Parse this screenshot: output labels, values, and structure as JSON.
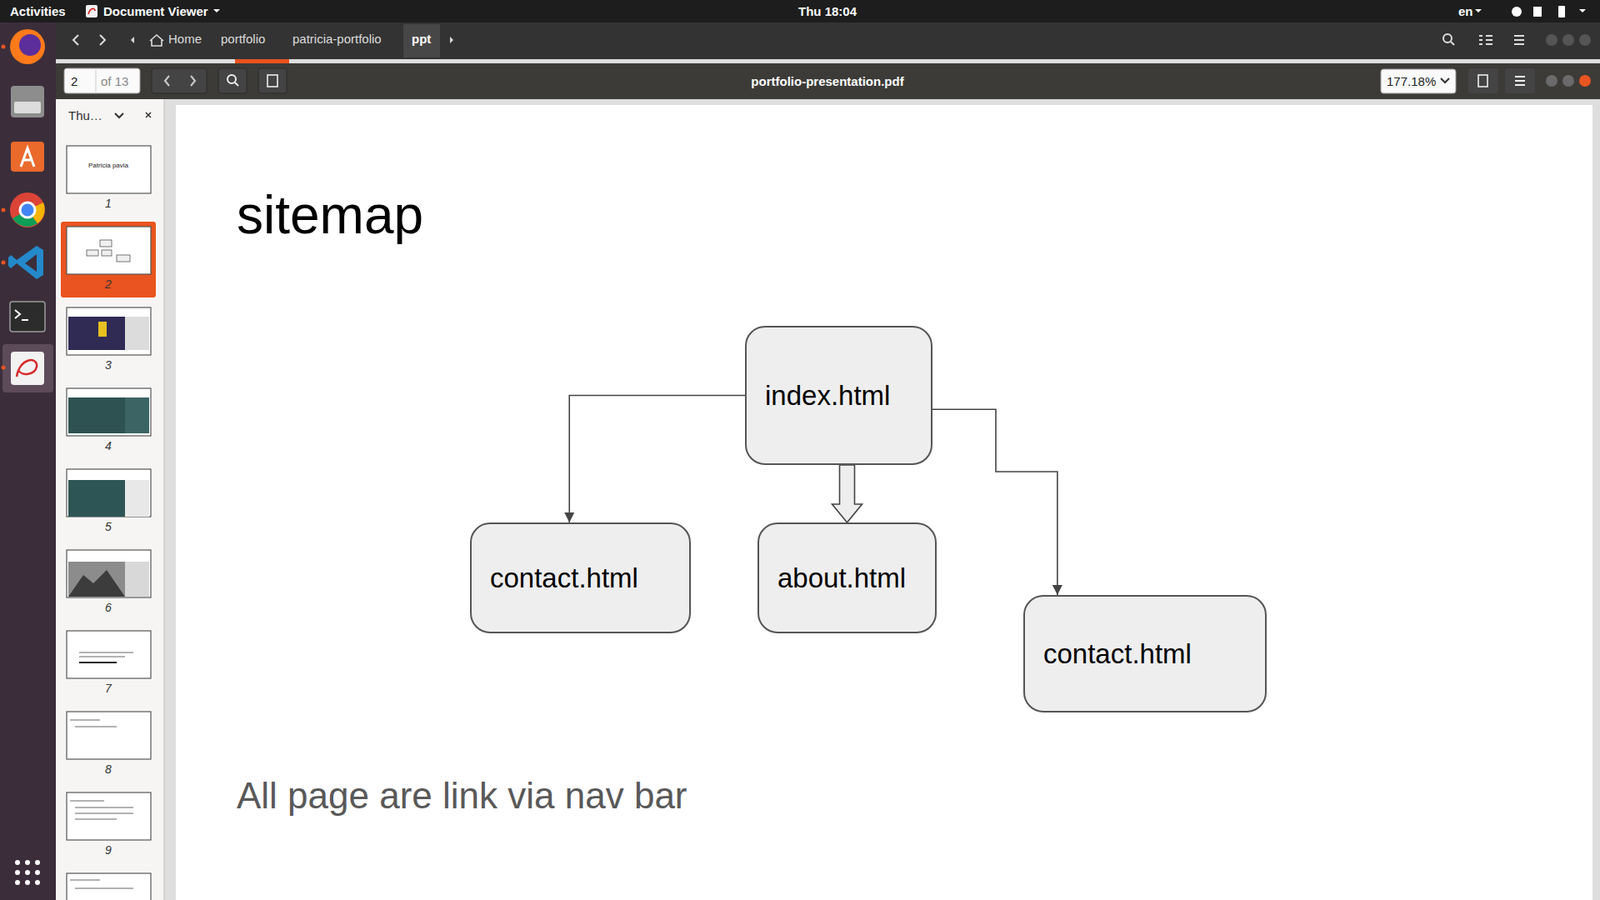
{
  "diagram": {
    "title": "sitemap",
    "caption": "All page are link via nav bar",
    "nodes": [
      {
        "text": [
          "index.html"
        ]
      },
      {
        "text": [
          "contact.html"
        ]
      },
      {
        "text": [
          "about.html"
        ]
      },
      {
        "text": [
          "contact.html"
        ]
      }
    ],
    "edges": [
      {
        "from": 0,
        "to": 1,
        "arrow": "to"
      },
      {
        "from": 0,
        "to": 2,
        "arrow": "to"
      },
      {
        "from": 0,
        "to": 3,
        "arrow": "to"
      }
    ],
    "labels": [
      "Activities",
      "Document Viewer",
      "Thu 18:04",
      "en",
      "Home",
      "portfolio",
      "patricia-portfolio",
      "ppt",
      "2",
      "of 13",
      "portfolio-presentation.pdf",
      "177.18%",
      "Thu…",
      "Patricia pavia",
      "1",
      "2",
      "3",
      "4",
      "5",
      "6",
      "7",
      "8",
      "9"
    ]
  }
}
